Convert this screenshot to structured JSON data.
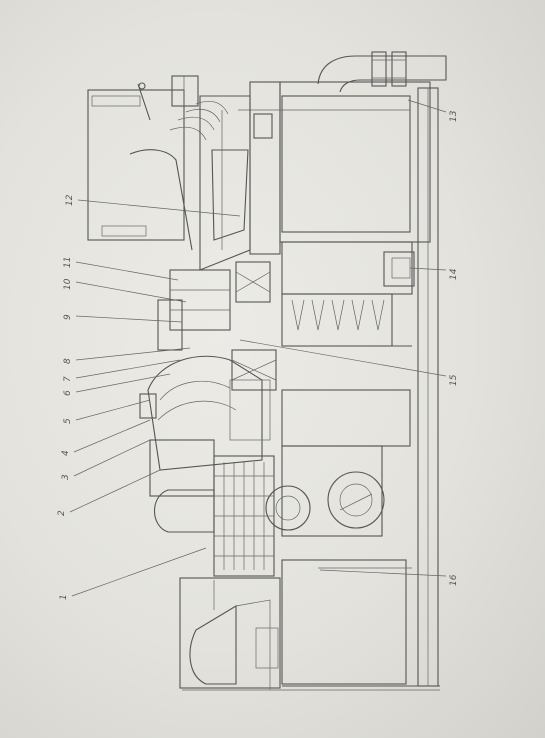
{
  "figure": {
    "callouts": [
      {
        "id": "c1",
        "text": "1"
      },
      {
        "id": "c2",
        "text": "2"
      },
      {
        "id": "c3",
        "text": "3"
      },
      {
        "id": "c4",
        "text": "4"
      },
      {
        "id": "c5",
        "text": "5"
      },
      {
        "id": "c6",
        "text": "6"
      },
      {
        "id": "c7",
        "text": "7"
      },
      {
        "id": "c8",
        "text": "8"
      },
      {
        "id": "c9",
        "text": "9"
      },
      {
        "id": "c10",
        "text": "10"
      },
      {
        "id": "c11",
        "text": "11"
      },
      {
        "id": "c12",
        "text": "12"
      },
      {
        "id": "c13",
        "text": "13"
      },
      {
        "id": "c14",
        "text": "14"
      },
      {
        "id": "c15",
        "text": "15"
      },
      {
        "id": "c16",
        "text": "16"
      }
    ]
  }
}
